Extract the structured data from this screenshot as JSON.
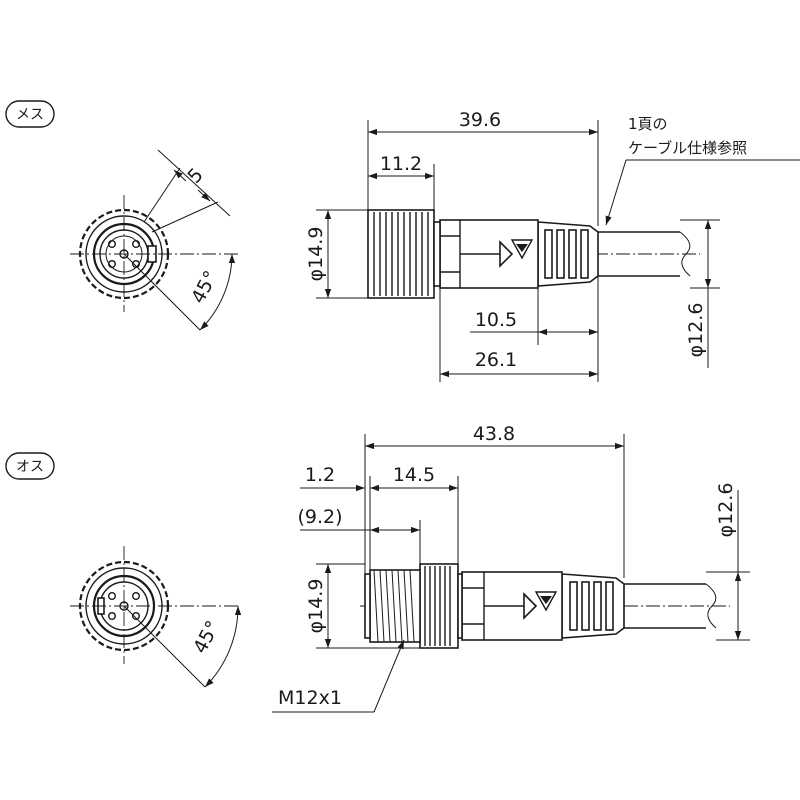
{
  "female": {
    "label": "メス",
    "dim_overall": "39.6",
    "dim_nut": "11.2",
    "dim_flat": "5",
    "dim_angle": "45°",
    "dim_diameter_nut": "φ14.9",
    "dim_cable_dia": "φ12.6",
    "dim_boot": "10.5",
    "dim_body": "26.1",
    "note_line1": "1頁の",
    "note_line2": "ケーブル仕様参照"
  },
  "male": {
    "label": "オス",
    "dim_overall": "43.8",
    "dim_gap": "1.2",
    "dim_nut": "14.5",
    "dim_thread": "(9.2)",
    "dim_angle": "45°",
    "dim_diameter_nut": "φ14.9",
    "dim_cable_dia": "φ12.6",
    "thread_spec": "M12x1"
  },
  "colors": {
    "ink": "#1a1a1a",
    "background": "#ffffff"
  }
}
